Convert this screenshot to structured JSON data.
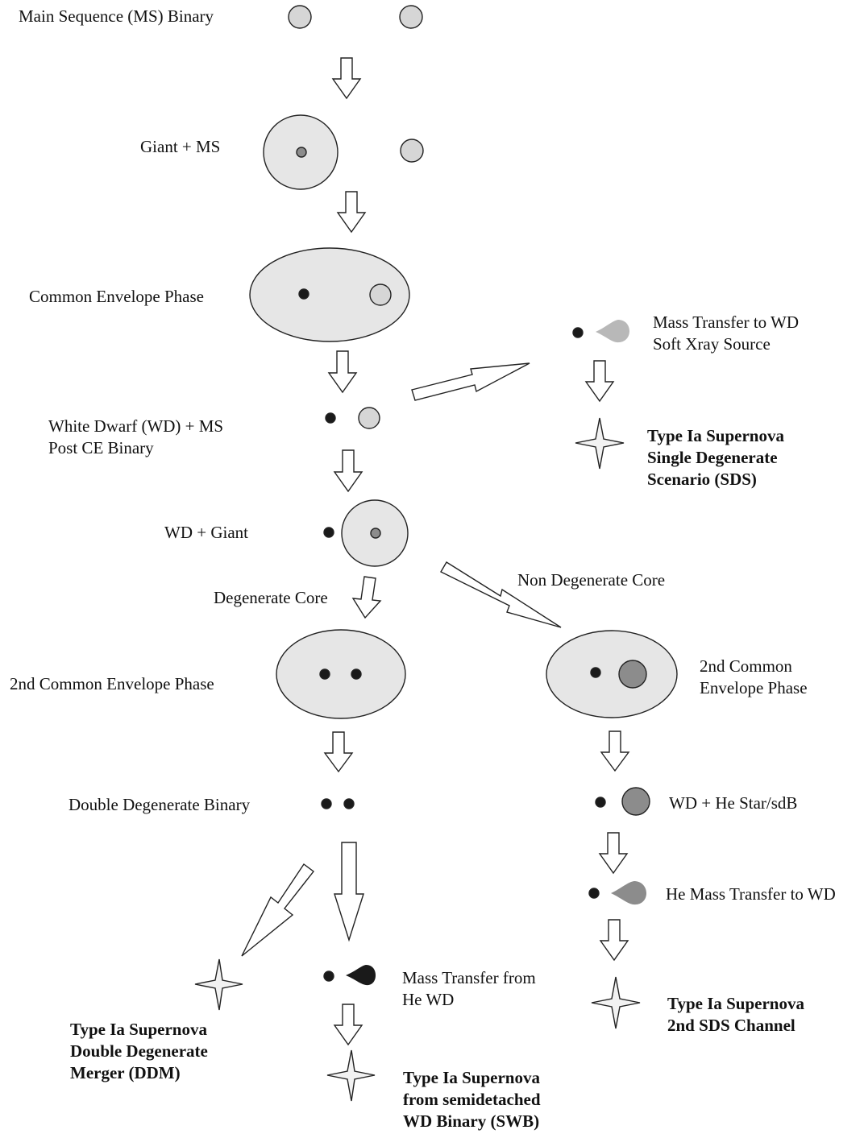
{
  "stages": {
    "ms_binary": "Main Sequence (MS) Binary",
    "giant_ms": "Giant + MS",
    "common_envelope": "Common Envelope Phase",
    "wd_ms": [
      "White Dwarf  (WD) + MS",
      "Post CE Binary"
    ],
    "wd_giant": "WD + Giant",
    "degenerate_core": "Degenerate Core",
    "non_degenerate_core": "Non Degenerate Core",
    "second_ce_left": "2nd Common Envelope Phase",
    "second_ce_right": [
      "2nd Common",
      "Envelope Phase"
    ],
    "double_degenerate": "Double Degenerate Binary",
    "wd_he_star": "WD + He Star/sdB",
    "he_mass_transfer": "He Mass Transfer to WD",
    "mass_transfer_wd": [
      "Mass Transfer to WD",
      "Soft Xray Source"
    ],
    "mass_transfer_he_wd": [
      "Mass Transfer from",
      "He WD"
    ]
  },
  "outcomes": {
    "sds": [
      "Type Ia Supernova",
      "Single Degenerate",
      "Scenario (SDS)"
    ],
    "ddm": [
      "Type Ia Supernova",
      "Double Degenerate",
      "Merger (DDM)"
    ],
    "swb": [
      "Type Ia Supernova",
      "from semidetached",
      "WD Binary (SWB)"
    ],
    "sds2": [
      "Type Ia Supernova",
      "2nd SDS Channel"
    ]
  },
  "colors": {
    "envelope": "#e6e6e6",
    "ms_star": "#d6d6d6",
    "he_star": "#8c8c8c",
    "white_dwarf": "#1a1a1a",
    "supernova": "#f2f2f2",
    "outline": "#222222"
  }
}
